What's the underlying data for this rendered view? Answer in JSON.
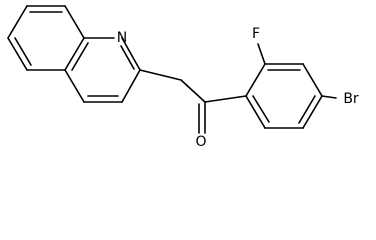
{
  "molecule": {
    "atoms": {
      "N": "N",
      "F": "F",
      "O": "O",
      "Br": "Br"
    }
  }
}
